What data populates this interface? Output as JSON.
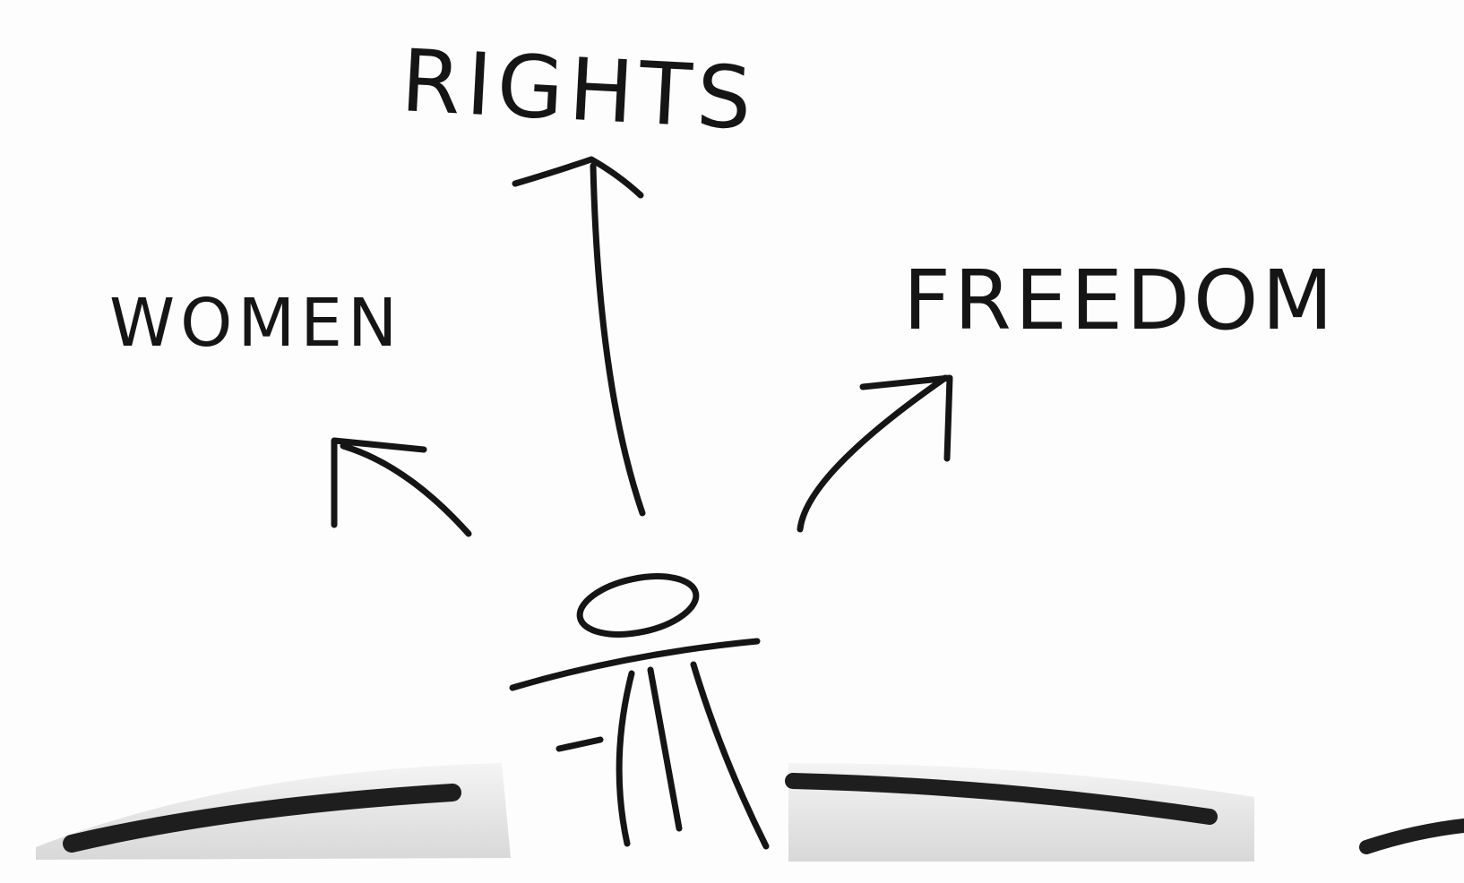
{
  "diagram": {
    "center_figure": "stick-figure-with-halo",
    "labels": {
      "rights": "RIGHTS",
      "women": "WOMEN",
      "freedom": "FREEDOM"
    },
    "ink_color": "#151515",
    "paper_color": "#fdfdfd"
  }
}
